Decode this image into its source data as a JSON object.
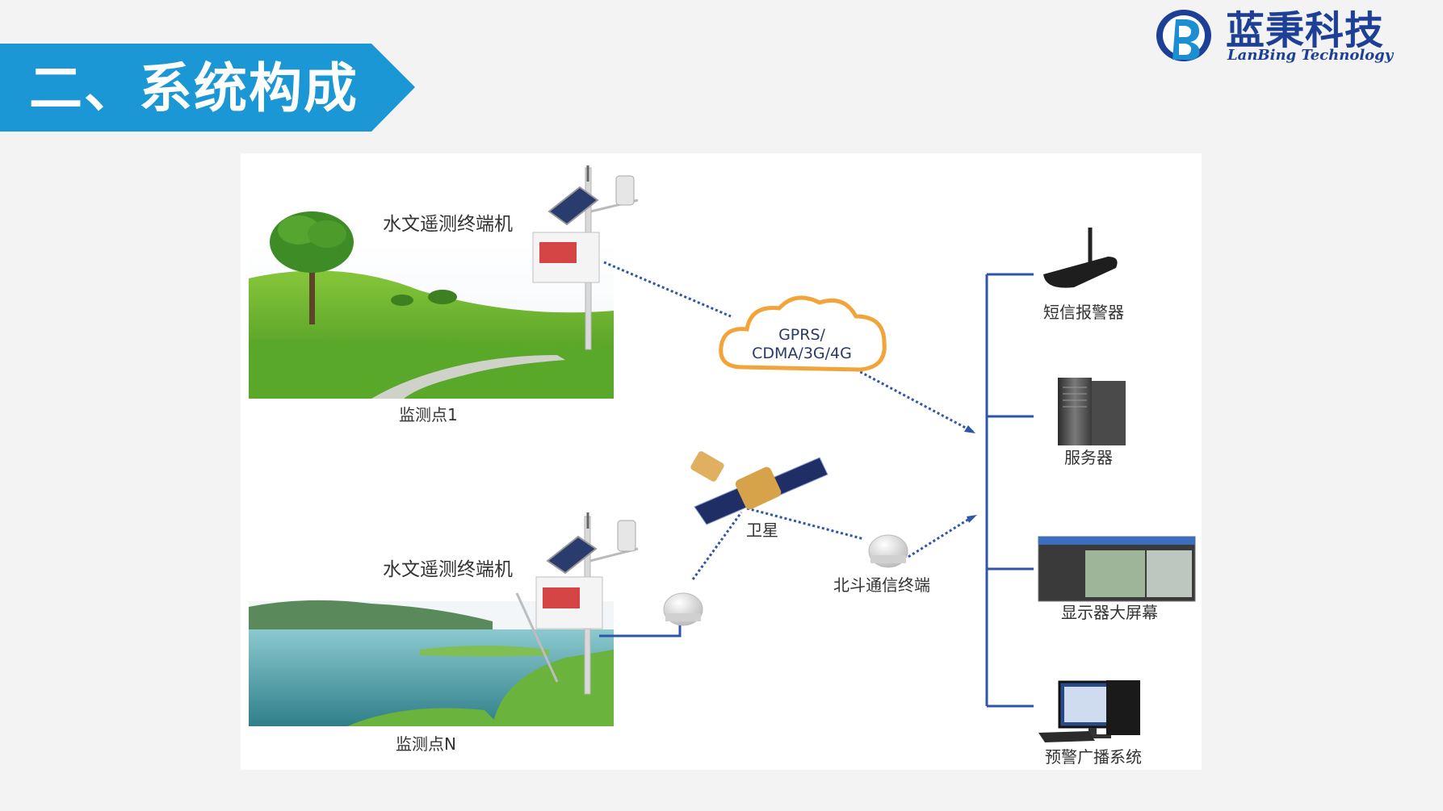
{
  "header": {
    "section_title": "二、系统构成",
    "banner_color": "#1a97d4"
  },
  "logo": {
    "name_cn": "蓝秉科技",
    "name_en": "LanBing Technology",
    "brand_color": "#1d3f95"
  },
  "diagram": {
    "stations": [
      {
        "terminal_label": "水文遥测终端机",
        "site_label": "监测点1"
      },
      {
        "terminal_label": "水文遥测终端机",
        "site_label": "监测点N"
      }
    ],
    "network": {
      "cloud_line1": "GPRS/",
      "cloud_line2": "CDMA/3G/4G",
      "satellite_label": "卫星",
      "beidou_label": "北斗通信终端"
    },
    "receivers": [
      {
        "label": "短信报警器",
        "icon": "router-icon"
      },
      {
        "label": "服务器",
        "icon": "server-icon"
      },
      {
        "label": "显示器大屏幕",
        "icon": "monitor-screen-icon"
      },
      {
        "label": "预警广播系统",
        "icon": "desktop-computer-icon"
      }
    ],
    "link_color": "#2f55a8"
  }
}
